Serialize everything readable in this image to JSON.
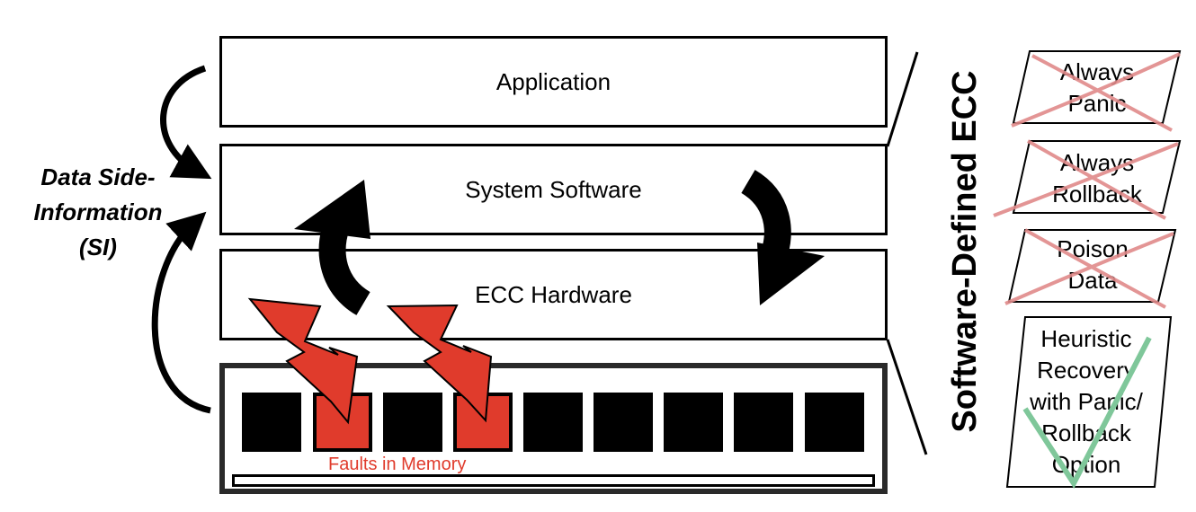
{
  "layers": {
    "application": "Application",
    "system_software": "System Software",
    "ecc_hardware": "ECC Hardware"
  },
  "memory": {
    "label": "Faults in Memory",
    "chip_count": 9,
    "faulty_chips": [
      2,
      4
    ]
  },
  "side_info": {
    "line1": "Data Side-",
    "line2": "Information",
    "line3": "(SI)"
  },
  "sd_ecc_title": "Software-Defined ECC",
  "options": [
    {
      "lines": [
        "Always",
        "Panic"
      ],
      "status": "rejected"
    },
    {
      "lines": [
        "Always",
        "Rollback"
      ],
      "status": "rejected"
    },
    {
      "lines": [
        "Poison",
        "Data"
      ],
      "status": "rejected"
    },
    {
      "lines": [
        "Heuristic",
        "Recovery",
        "with Panic/",
        "Rollback",
        "Option"
      ],
      "status": "accepted"
    }
  ],
  "colors": {
    "fault_red": "#e03b2c",
    "cross_red": "#e08a8a",
    "check_green": "#7fc79a"
  }
}
